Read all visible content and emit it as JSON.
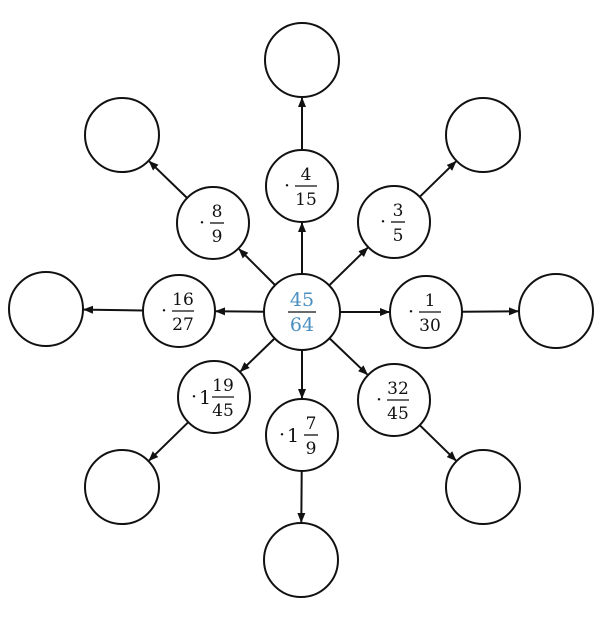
{
  "colors": {
    "ink": "#111111",
    "center_accent": "#4a8fc0"
  },
  "center": {
    "numerator": "45",
    "denominator": "64"
  },
  "operators": [
    {
      "id": "up",
      "dot": "·",
      "whole": "",
      "numerator": "4",
      "denominator": "15"
    },
    {
      "id": "up-right",
      "dot": "·",
      "whole": "",
      "numerator": "3",
      "denominator": "5"
    },
    {
      "id": "right",
      "dot": "·",
      "whole": "",
      "numerator": "1",
      "denominator": "30"
    },
    {
      "id": "down-right",
      "dot": "·",
      "whole": "",
      "numerator": "32",
      "denominator": "45"
    },
    {
      "id": "down",
      "dot": "·",
      "whole": "1",
      "numerator": "7",
      "denominator": "9"
    },
    {
      "id": "down-left",
      "dot": "·",
      "whole": "1",
      "numerator": "19",
      "denominator": "45"
    },
    {
      "id": "left",
      "dot": "·",
      "whole": "",
      "numerator": "16",
      "denominator": "27"
    },
    {
      "id": "up-left",
      "dot": "·",
      "whole": "",
      "numerator": "8",
      "denominator": "9"
    }
  ],
  "results": [
    {
      "id": "up",
      "value": ""
    },
    {
      "id": "up-right",
      "value": ""
    },
    {
      "id": "right",
      "value": ""
    },
    {
      "id": "down-right",
      "value": ""
    },
    {
      "id": "down",
      "value": ""
    },
    {
      "id": "down-left",
      "value": ""
    },
    {
      "id": "left",
      "value": ""
    },
    {
      "id": "up-left",
      "value": ""
    }
  ]
}
